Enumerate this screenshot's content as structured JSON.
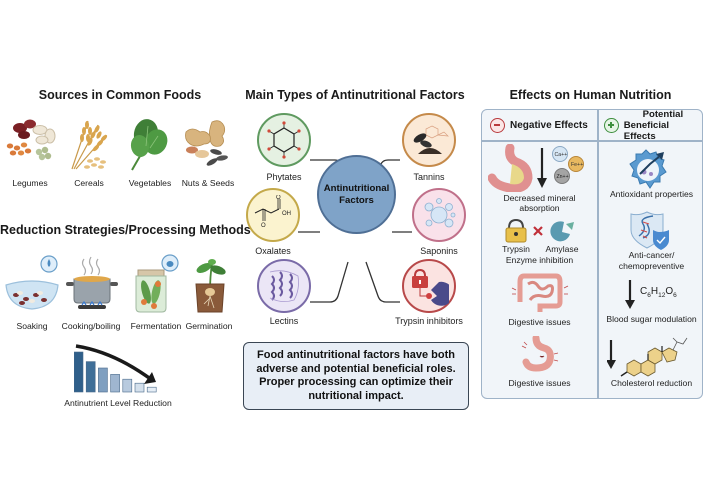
{
  "sources": {
    "title": "Sources in Common Foods",
    "items": [
      {
        "label": "Legumes",
        "icon": "legumes-icon"
      },
      {
        "label": "Cereals",
        "icon": "wheat-icon"
      },
      {
        "label": "Vegetables",
        "icon": "spinach-icon"
      },
      {
        "label": "Nuts & Seeds",
        "icon": "nuts-icon"
      }
    ]
  },
  "reduction": {
    "title": "Reduction Strategies/Processing Methods",
    "items": [
      {
        "label": "Soaking",
        "icon": "soaking-bowl-icon"
      },
      {
        "label": "Cooking/boiling",
        "icon": "cooking-pot-icon"
      },
      {
        "label": "Fermentation",
        "icon": "fermentation-jar-icon"
      },
      {
        "label": "Germination",
        "icon": "sprout-icon"
      }
    ],
    "chart_label": "Antinutrient Level Reduction",
    "bar_levels": [
      1.0,
      0.76,
      0.6,
      0.44,
      0.32,
      0.22,
      0.12
    ]
  },
  "types": {
    "title": "Main Types of Antinutritional Factors",
    "center": "Antinutritional Factors",
    "center_line1": "Antinutritional",
    "center_line2": "Factors",
    "items": [
      {
        "label": "Phytates",
        "color": "#5f9a60",
        "fill": "#e5f1e2"
      },
      {
        "label": "Tannins",
        "color": "#c58a4a",
        "fill": "#fbe9d6"
      },
      {
        "label": "Oxalates",
        "color": "#c4a94a",
        "fill": "#fbf3cf"
      },
      {
        "label": "Saponins",
        "color": "#c0708a",
        "fill": "#f9e1ea"
      },
      {
        "label": "Lectins",
        "color": "#7a6ba8",
        "fill": "#ebe6f6"
      },
      {
        "label": "Trypsin inhibitors",
        "color": "#b8494a",
        "fill": "#fbe3e1"
      }
    ],
    "oxalate_oh": "OH",
    "oxalate_o": "O"
  },
  "summary": {
    "line1": "Food antinutritional factors have both",
    "line2": "adverse and potential beneficial roles.",
    "line3": "Proper processing can optimize their",
    "line4": "nutritional impact."
  },
  "effects": {
    "title": "Effects on Human Nutrition",
    "negative": {
      "header": "Negative Effects",
      "items": [
        {
          "label_line1": "Decreased mineral",
          "label_line2": "absorption"
        },
        {
          "label": "Enzyme inhibition",
          "sub_left": "Trypsin",
          "sub_right": "Amylase"
        },
        {
          "label": "Digestive issues"
        },
        {
          "label": "Digestive issues"
        }
      ],
      "ions": [
        "Ca++",
        "Fe++",
        "Zn++"
      ]
    },
    "positive": {
      "header_line1": "Potential",
      "header_line2": "Beneficial Effects",
      "items": [
        {
          "label": "Antioxidant properties"
        },
        {
          "label_line1": "Anti-cancer/",
          "label_line2": "chemopreventive"
        },
        {
          "label": "Blood sugar modulation",
          "formula": "C6H12O6"
        },
        {
          "label": "Cholesterol reduction"
        }
      ]
    },
    "colors": {
      "negative": "#b8393c",
      "positive": "#3f8f3f",
      "panel_border": "#9fb3c8"
    }
  }
}
